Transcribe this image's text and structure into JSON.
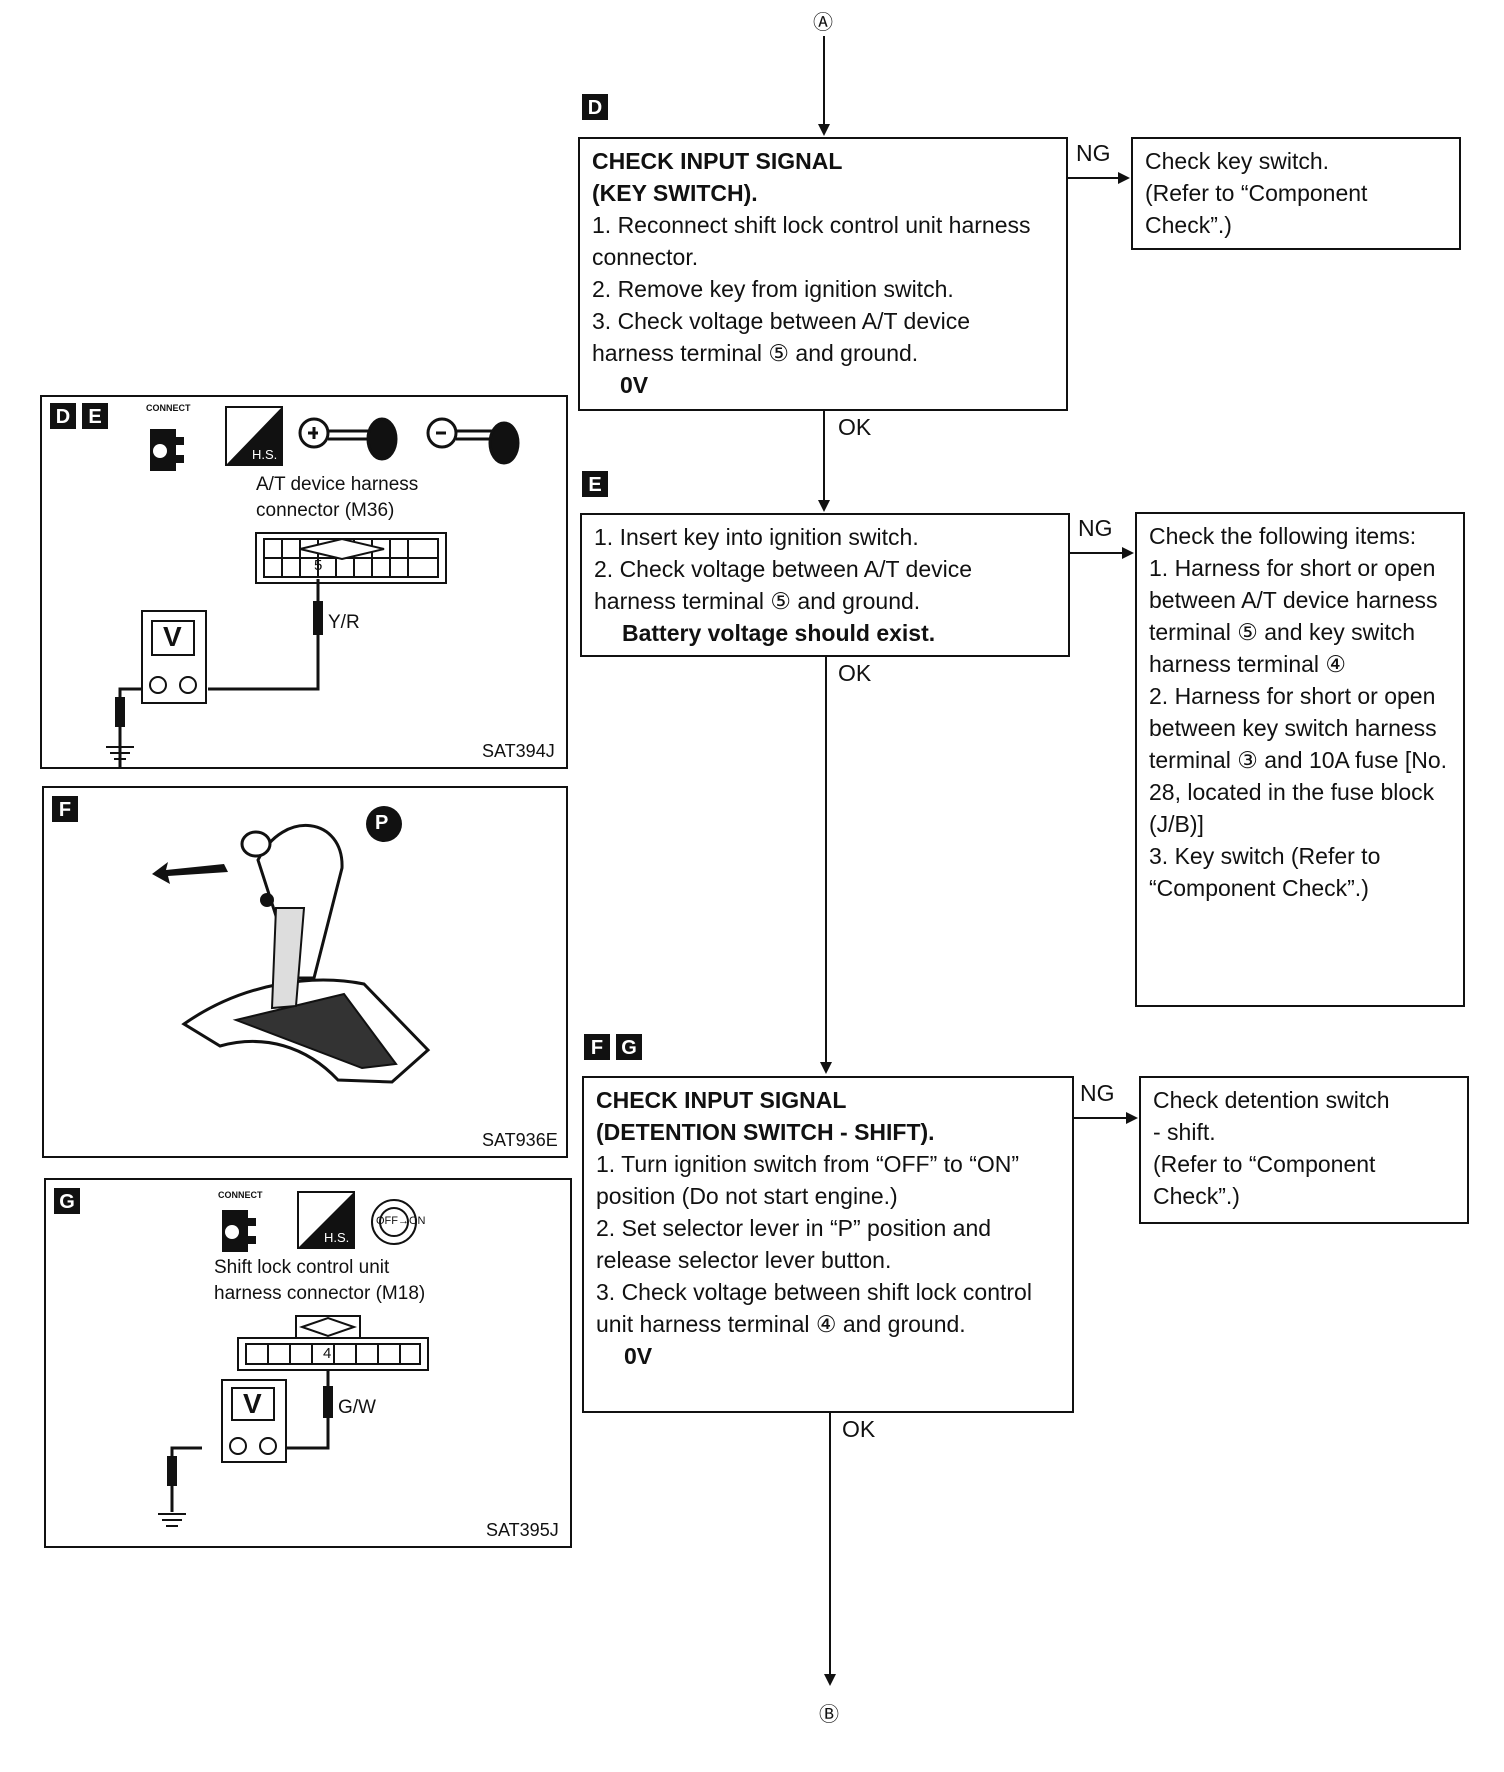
{
  "connectors": {
    "top": "Ⓐ",
    "bottom": "Ⓑ"
  },
  "step_tags": {
    "d": "D",
    "e": "E",
    "f": "F",
    "g": "G"
  },
  "steps": [
    {
      "id": "D",
      "title_lines": [
        "CHECK INPUT SIGNAL",
        "(KEY SWITCH)."
      ],
      "items": [
        "1. Reconnect shift lock control unit harness connector.",
        "2. Remove key from ignition switch.",
        "3. Check voltage between A/T device harness terminal ⑤ and ground."
      ],
      "result": "0V"
    },
    {
      "id": "E",
      "items": [
        "1. Insert key into ignition switch.",
        "2. Check voltage between A/T device harness terminal ⑤ and ground."
      ],
      "result": "Battery voltage should exist."
    },
    {
      "id": "FG",
      "title_lines": [
        "CHECK INPUT SIGNAL",
        "(DETENTION SWITCH - SHIFT)."
      ],
      "items": [
        "1. Turn ignition switch from “OFF” to “ON” position (Do not start engine.)",
        "2. Set selector lever in “P” position and release selector lever button.",
        "3. Check voltage between shift lock control unit harness terminal ④ and ground."
      ],
      "result": "0V"
    }
  ],
  "ng_boxes": [
    {
      "lines": [
        "Check key switch.",
        "(Refer to “Component",
        "Check”.)"
      ]
    },
    {
      "heading": "Check the following items:",
      "items": [
        "1. Harness for short or open between A/T device harness terminal ⑤ and key switch harness terminal ④",
        "2. Harness for short or open between key switch harness terminal ③ and 10A fuse [No. 28, located in the fuse block (J/B)]",
        "3. Key switch (Refer to “Component Check”.)"
      ]
    },
    {
      "lines": [
        "Check detention switch",
        "- shift.",
        "(Refer to “Component",
        "Check”.)"
      ]
    }
  ],
  "flow_labels": {
    "ng": "NG",
    "ok": "OK"
  },
  "figures": [
    {
      "tags": [
        "D",
        "E"
      ],
      "connect": "CONNECT",
      "hs": "H.S.",
      "caption_lines": [
        "A/T device harness",
        "connector (M36)"
      ],
      "pin": "5",
      "wire": "Y/R",
      "meter": "V",
      "code": "SAT394J"
    },
    {
      "tags": [
        "F"
      ],
      "position": "P",
      "code": "SAT936E"
    },
    {
      "tags": [
        "G"
      ],
      "connect": "CONNECT",
      "hs": "H.S.",
      "switch": "OFF→ON",
      "caption_lines": [
        "Shift lock control unit",
        "harness connector (M18)"
      ],
      "pin": "4",
      "wire": "G/W",
      "meter": "V",
      "code": "SAT395J"
    }
  ]
}
